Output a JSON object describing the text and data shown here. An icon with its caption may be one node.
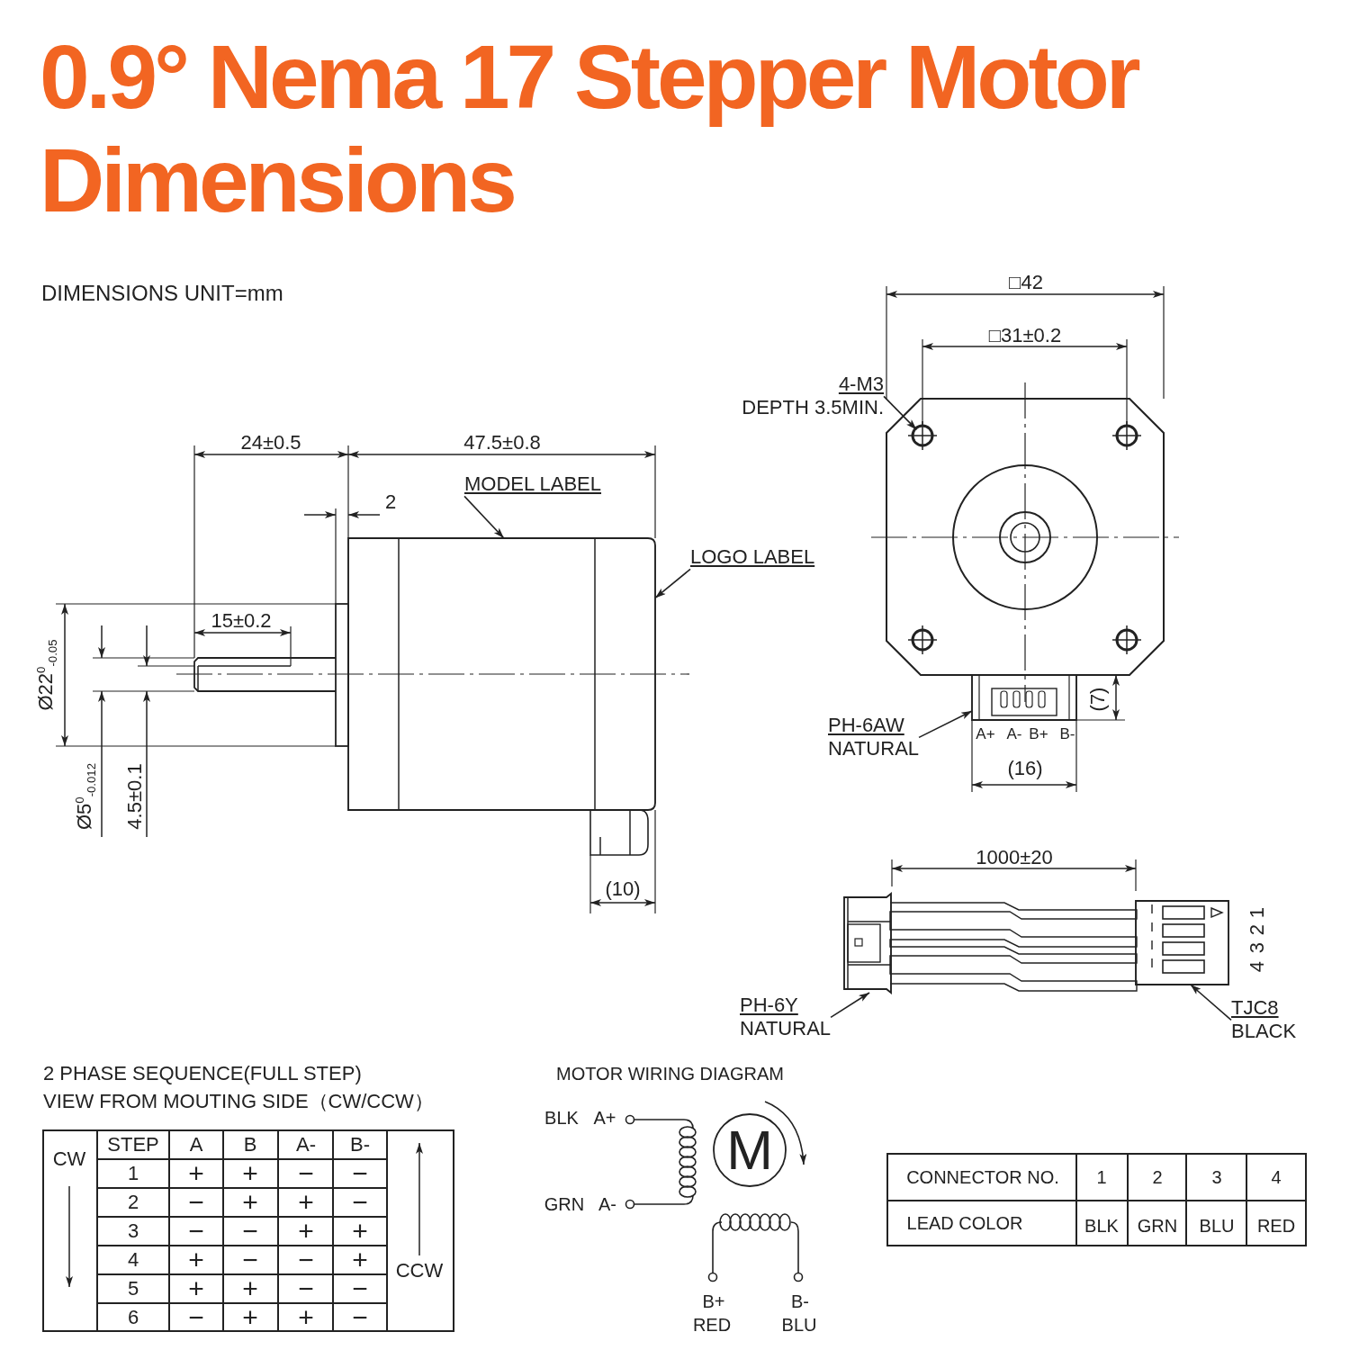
{
  "diagram": {
    "title": "0.9° Nema 17 Stepper Motor Dimensions",
    "nodes": [
      {
        "text": [
          "MODEL LABEL"
        ]
      },
      {
        "text": [
          "LOGO LABEL"
        ]
      },
      {
        "text": [
          "4-M3",
          "DEPTH 3.5MIN."
        ]
      },
      {
        "text": [
          "PH-6AW",
          "NATURAL"
        ]
      },
      {
        "text": [
          "PH-6Y",
          "NATURAL"
        ]
      },
      {
        "text": [
          "TJC8",
          "BLACK"
        ]
      },
      {
        "text": [],
        "shape": "box"
      },
      {
        "text": [],
        "shape": "circle"
      },
      {
        "text": [],
        "shape": "box"
      },
      {
        "text": [],
        "shape": "box"
      },
      {
        "text": [],
        "shape": "box"
      }
    ],
    "edges": [
      {
        "from": 0,
        "to": 6,
        "arrow": "to"
      },
      {
        "from": 1,
        "to": 6,
        "arrow": "to"
      },
      {
        "from": 2,
        "to": 7,
        "arrow": "to"
      },
      {
        "from": 3,
        "to": 8,
        "arrow": "to"
      },
      {
        "from": 4,
        "to": 9,
        "arrow": "to"
      },
      {
        "from": 5,
        "to": 10,
        "arrow": "to"
      },
      {
        "from": 9,
        "to": 10,
        "arrow": "none"
      }
    ],
    "labels": [
      "DIMENSIONS UNIT=mm",
      "□42",
      "□31±0.2",
      "24±0.5",
      "47.5±0.8",
      "2",
      "15±0.2",
      "Ø22$^{0}$$_{-0.05}$",
      "Ø5$^{0}$$_{-0.012}$",
      "4.5±0.1",
      "(10)",
      "(7)",
      "A+",
      "A-",
      "B+",
      "B-",
      "(16)",
      "1000±20",
      "4",
      "3",
      "2",
      "1",
      "2 PHASE SEQUENCE(FULL STEP)",
      "VIEW FROM MOUTING SIDE（CW/CCW）",
      "CW",
      "STEP",
      "A",
      "B",
      "A-",
      "B-",
      "CCW",
      "1",
      "+",
      "+",
      "−",
      "−",
      "2",
      "−",
      "+",
      "+",
      "−",
      "3",
      "−",
      "−",
      "+",
      "+",
      "4",
      "+",
      "−",
      "−",
      "+",
      "5",
      "+",
      "+",
      "−",
      "−",
      "6",
      "−",
      "+",
      "+",
      "−",
      "MOTOR WIRING DIAGRAM",
      "BLK",
      "A+",
      "GRN",
      "A-",
      "M",
      "B+",
      "RED",
      "B-",
      "BLU",
      "CONNECTOR NO.",
      "1",
      "2",
      "3",
      "4",
      "LEAD COLOR",
      "BLK",
      "GRN",
      "BLU",
      "RED"
    ]
  }
}
